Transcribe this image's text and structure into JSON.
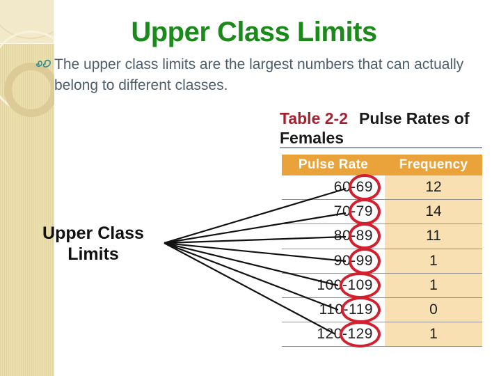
{
  "slide": {
    "title": "Upper Class Limits",
    "bullet": "The upper class limits are the largest numbers that can actually belong to different classes.",
    "annotation_label": "Upper Class Limits"
  },
  "table": {
    "title_label": "Table 2-2",
    "title_text": "Pulse Rates of Females",
    "columns": [
      "Pulse Rate",
      "Frequency"
    ],
    "range_separator": "-",
    "rows": [
      {
        "lower": "60",
        "upper": "69",
        "frequency": "12"
      },
      {
        "lower": "70",
        "upper": "79",
        "frequency": "14"
      },
      {
        "lower": "80",
        "upper": "89",
        "frequency": "11"
      },
      {
        "lower": "90",
        "upper": "99",
        "frequency": "1"
      },
      {
        "lower": "100",
        "upper": "109",
        "frequency": "1"
      },
      {
        "lower": "110",
        "upper": "119",
        "frequency": "0"
      },
      {
        "lower": "120",
        "upper": "129",
        "frequency": "1"
      }
    ]
  },
  "colors": {
    "title_green": "#1b8a1b",
    "body_text": "#4d5c6b",
    "table_label_crimson": "#a81e2c",
    "header_orange": "#eaa33b",
    "frequency_column_tan": "#f8e0b2",
    "highlight_circle_red": "#d2202e",
    "bullet_glyph_teal": "#3f8e8e",
    "sidebar_beige": "#ebdfae"
  }
}
